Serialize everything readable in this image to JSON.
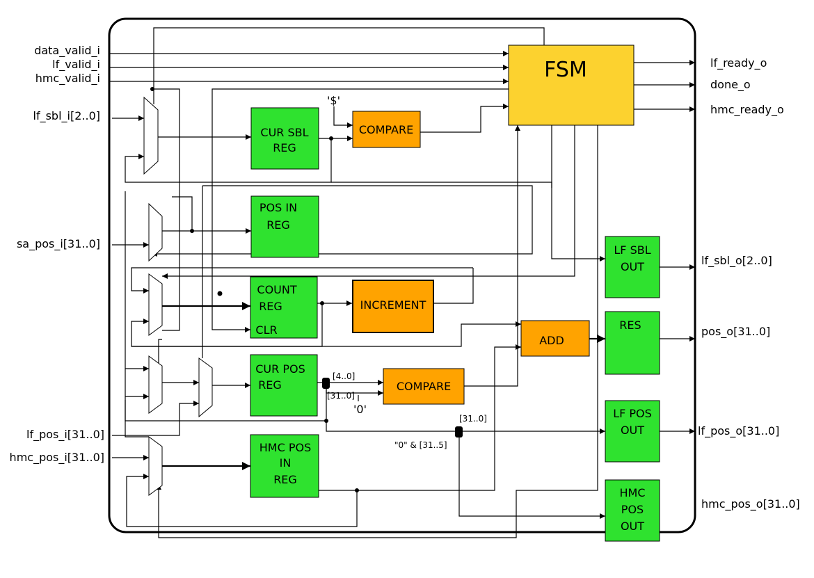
{
  "colors": {
    "fsm": "#fcd22f",
    "register": "#2fe22f",
    "logic": "#ffa300",
    "outline": "#000000"
  },
  "inputs": {
    "data_valid": "data_valid_i",
    "lf_valid": "lf_valid_i",
    "hmc_valid": "hmc_valid_i",
    "lf_sbl": "lf_sbl_i[2..0]",
    "sa_pos": "sa_pos_i[31..0]",
    "lf_pos": "lf_pos_i[31..0]",
    "hmc_pos": "hmc_pos_i[31..0]"
  },
  "outputs": {
    "lf_ready": "lf_ready_o",
    "done": "done_o",
    "hmc_ready": "hmc_ready_o",
    "lf_sbl": "lf_sbl_o[2..0]",
    "pos": "pos_o[31..0]",
    "lf_pos": "lf_pos_o[31..0]",
    "hmc_pos": "hmc_pos_o[31..0]"
  },
  "blocks": {
    "fsm": "FSM",
    "cur_sbl_reg": [
      "CUR SBL",
      "REG"
    ],
    "compare_sbl": "COMPARE",
    "pos_in_reg": [
      "POS IN",
      "REG"
    ],
    "count_reg": [
      "COUNT",
      "REG",
      "CLR"
    ],
    "increment": "INCREMENT",
    "add": "ADD",
    "res": "RES",
    "cur_pos_reg": [
      "CUR POS",
      "REG"
    ],
    "compare_pos": "COMPARE",
    "hmc_pos_in_reg": [
      "HMC POS",
      "IN",
      "REG"
    ],
    "lf_sbl_out": [
      "LF SBL",
      "OUT"
    ],
    "lf_pos_out": [
      "LF POS",
      "OUT"
    ],
    "hmc_pos_out": [
      "HMC",
      "POS",
      "OUT"
    ]
  },
  "annotations": {
    "dollar": "'$'",
    "zero": "'0'",
    "bits_4_0": "[4..0]",
    "bits_31_0_a": "[31..0]",
    "bits_31_0_b": "[31..0]",
    "shift_expr": "\"0\" & [31..5]"
  }
}
